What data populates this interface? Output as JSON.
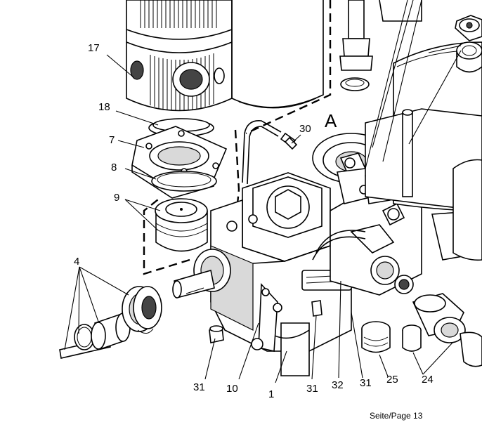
{
  "callouts": {
    "c17": "17",
    "c18": "18",
    "c7": "7",
    "c8": "8",
    "c9": "9",
    "c4": "4",
    "c30": "30",
    "cA": "A",
    "c31a": "31",
    "c10": "10",
    "c1": "1",
    "c31b": "31",
    "c32": "32",
    "c31c": "31",
    "c25": "25",
    "c24": "24"
  },
  "footer": {
    "page_label": "Seite/Page 13"
  }
}
